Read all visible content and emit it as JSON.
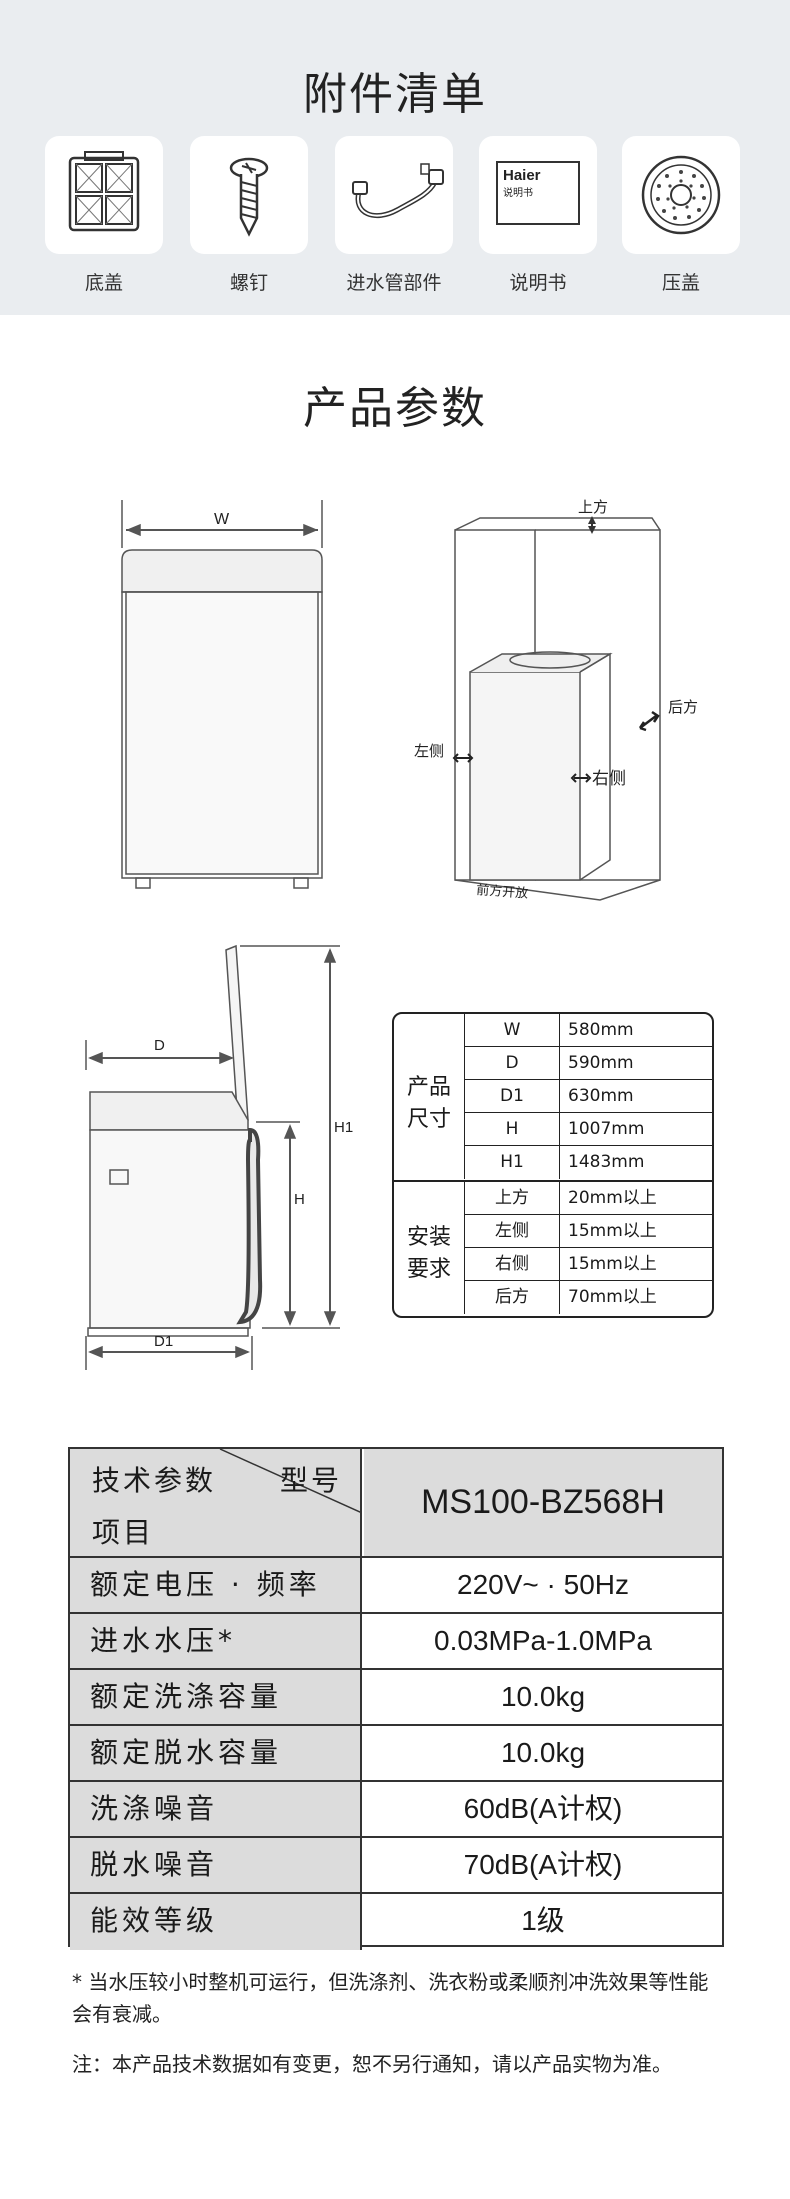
{
  "accessories": {
    "title": "附件清单",
    "items": [
      {
        "label": "底盖",
        "icon": "bottom-cover-icon"
      },
      {
        "label": "螺钉",
        "icon": "screw-icon"
      },
      {
        "label": "进水管部件",
        "icon": "inlet-hose-icon"
      },
      {
        "label": "说明书",
        "icon": "manual-icon",
        "brand": "Haier",
        "subtitle": "说明书"
      },
      {
        "label": "压盖",
        "icon": "gland-cover-icon"
      }
    ]
  },
  "params": {
    "title": "产品参数",
    "diagram_labels": {
      "w": "W",
      "d": "D",
      "d1": "D1",
      "h": "H",
      "h1": "H1",
      "top": "上方",
      "back": "后方",
      "left": "左侧",
      "right": "右侧",
      "front": "前方开放"
    }
  },
  "dimensions": {
    "group1": "产品\n尺寸",
    "group2": "安装\n要求",
    "rows": [
      {
        "k": "W",
        "v": "580mm"
      },
      {
        "k": "D",
        "v": "590mm"
      },
      {
        "k": "D1",
        "v": "630mm"
      },
      {
        "k": "H",
        "v": "1007mm"
      },
      {
        "k": "H1",
        "v": "1483mm"
      },
      {
        "k": "上方",
        "v": "20mm以上"
      },
      {
        "k": "左侧",
        "v": "15mm以上"
      },
      {
        "k": "右侧",
        "v": "15mm以上"
      },
      {
        "k": "后方",
        "v": "70mm以上"
      }
    ]
  },
  "spec": {
    "head_tl": "技术参数",
    "head_tr": "型号",
    "head_bl": "项目",
    "model": "MS100-BZ568H",
    "rows": [
      {
        "k": "额定电压 · 频率",
        "v": "220V~ · 50Hz"
      },
      {
        "k": "进水水压*",
        "v": "0.03MPa-1.0MPa"
      },
      {
        "k": "额定洗涤容量",
        "v": "10.0kg"
      },
      {
        "k": "额定脱水容量",
        "v": "10.0kg"
      },
      {
        "k": "洗涤噪音",
        "v": "60dB(A计权)"
      },
      {
        "k": "脱水噪音",
        "v": "70dB(A计权)"
      },
      {
        "k": "能效等级",
        "v": "1级"
      }
    ]
  },
  "notes": {
    "n1": "* 当水压较小时整机可运行，但洗涤剂、洗衣粉或柔顺剂冲洗效果等性能会有衰减。",
    "n2": "注：本产品技术数据如有变更，恕不另行通知，请以产品实物为准。"
  }
}
